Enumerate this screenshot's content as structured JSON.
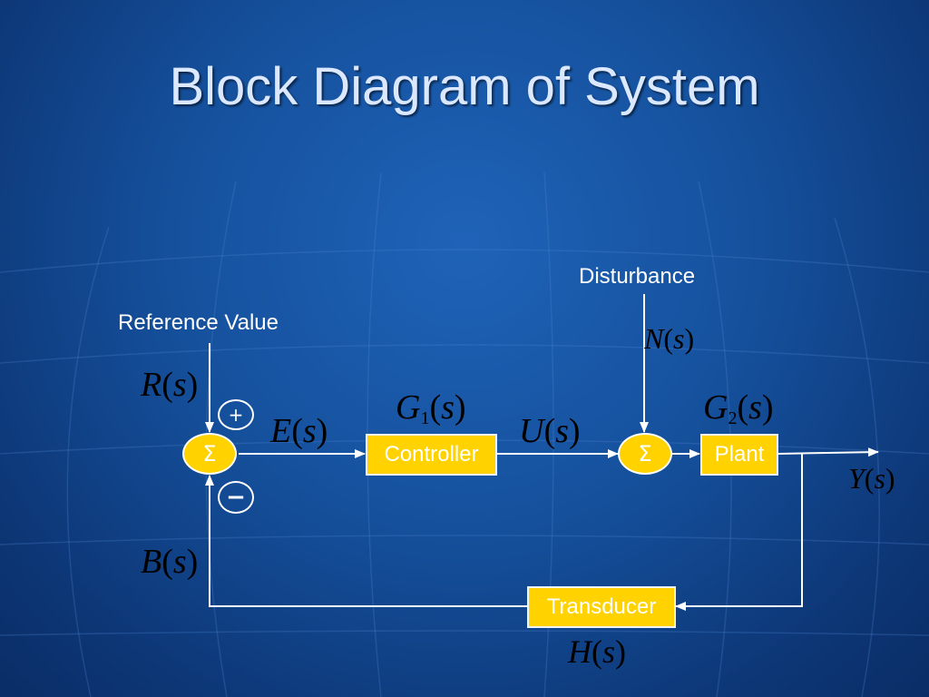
{
  "slide": {
    "title": "Block Diagram of System"
  },
  "labels": {
    "disturbance": "Disturbance",
    "reference_value": "Reference Value"
  },
  "blocks": {
    "controller": "Controller",
    "plant": "Plant",
    "transducer": "Transducer"
  },
  "summing": {
    "symbol": "Σ",
    "plus": "+",
    "minus": "−"
  },
  "signals": {
    "R": {
      "var": "R",
      "arg": "s"
    },
    "E": {
      "var": "E",
      "arg": "s"
    },
    "G1": {
      "var": "G",
      "sub": "1",
      "arg": "s"
    },
    "U": {
      "var": "U",
      "arg": "s"
    },
    "N": {
      "var": "N",
      "arg": "s"
    },
    "G2": {
      "var": "G",
      "sub": "2",
      "arg": "s"
    },
    "Y": {
      "var": "Y",
      "arg": "s"
    },
    "B": {
      "var": "B",
      "arg": "s"
    },
    "H": {
      "var": "H",
      "arg": "s"
    }
  },
  "colors": {
    "background": "#15509c",
    "block_fill": "#ffd200",
    "line": "#ffffff",
    "title": "#dbe8ff",
    "math_text": "#000000"
  }
}
